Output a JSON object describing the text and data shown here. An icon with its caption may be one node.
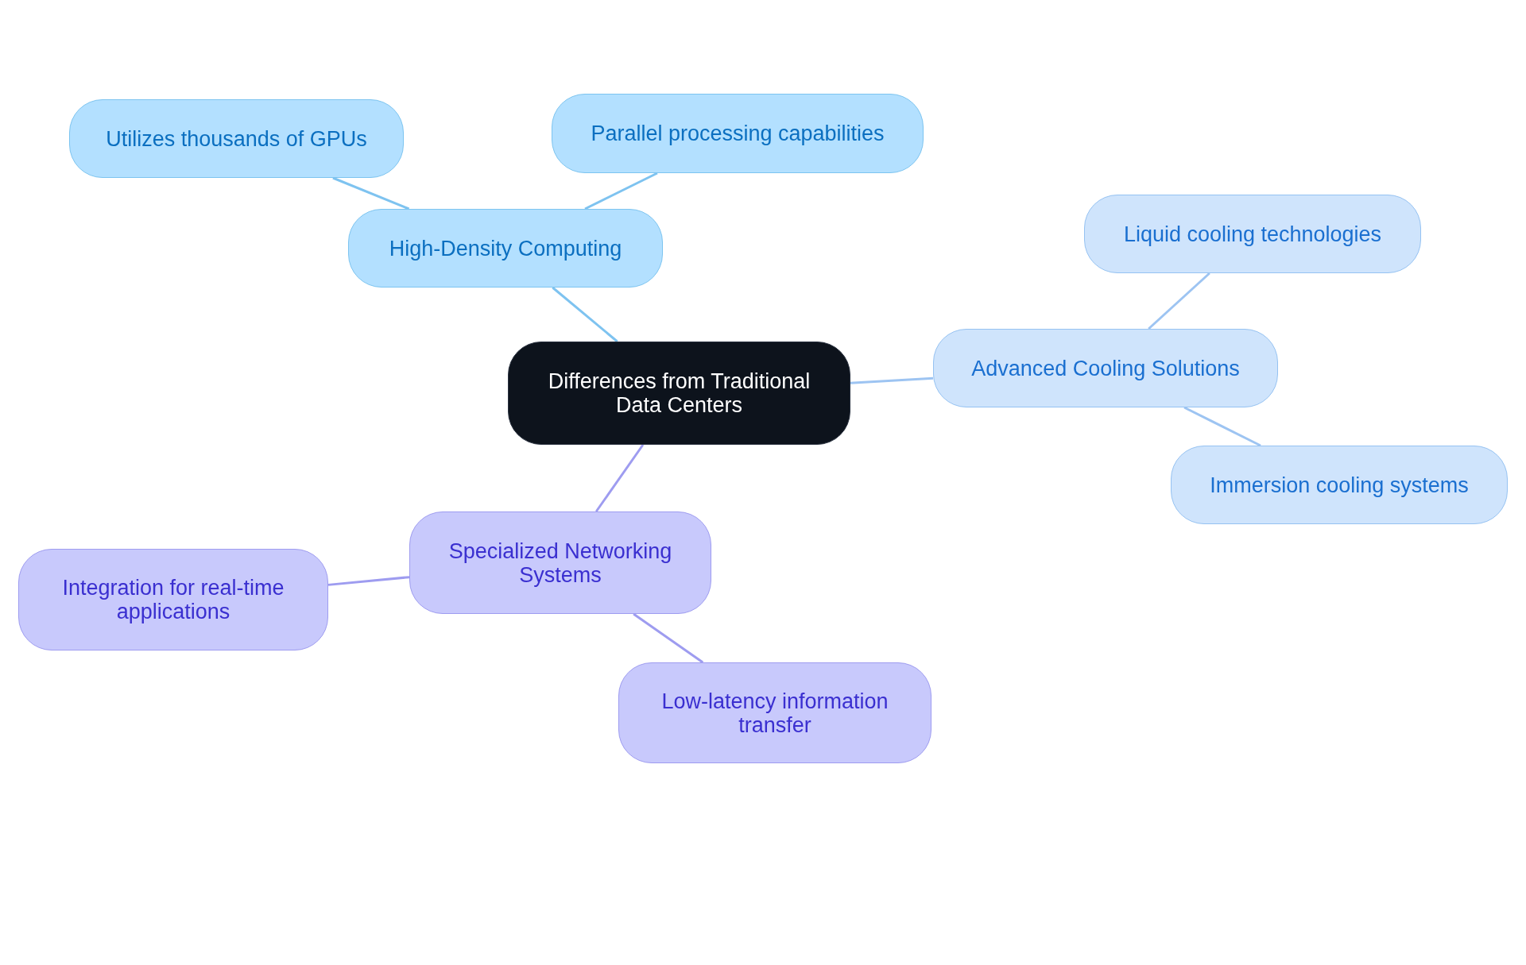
{
  "diagram": {
    "nodes": [
      {
        "text": [
          "Differences from Traditional Data Centers"
        ]
      },
      {
        "text": [
          "High-Density Computing"
        ]
      },
      {
        "text": [
          "Utilizes thousands of GPUs"
        ]
      },
      {
        "text": [
          "Parallel processing capabilities"
        ]
      },
      {
        "text": [
          "Advanced Cooling Solutions"
        ]
      },
      {
        "text": [
          "Liquid cooling technologies"
        ]
      },
      {
        "text": [
          "Immersion cooling systems"
        ]
      },
      {
        "text": [
          "Specialized Networking Systems"
        ]
      },
      {
        "text": [
          "Integration for real-time applications"
        ]
      },
      {
        "text": [
          "Low-latency information transfer"
        ]
      }
    ],
    "edges": [
      {
        "from": 0,
        "to": 1,
        "arrow": "none",
        "color": "#7ec3f0"
      },
      {
        "from": 1,
        "to": 2,
        "arrow": "none",
        "color": "#7ec3f0"
      },
      {
        "from": 1,
        "to": 3,
        "arrow": "none",
        "color": "#7ec3f0"
      },
      {
        "from": 0,
        "to": 4,
        "arrow": "none",
        "color": "#9dc4f2"
      },
      {
        "from": 4,
        "to": 5,
        "arrow": "none",
        "color": "#9dc4f2"
      },
      {
        "from": 4,
        "to": 6,
        "arrow": "none",
        "color": "#9dc4f2"
      },
      {
        "from": 0,
        "to": 7,
        "arrow": "none",
        "color": "#9e9cf0"
      },
      {
        "from": 7,
        "to": 8,
        "arrow": "none",
        "color": "#9e9cf0"
      },
      {
        "from": 7,
        "to": 9,
        "arrow": "none",
        "color": "#9e9cf0"
      }
    ]
  }
}
